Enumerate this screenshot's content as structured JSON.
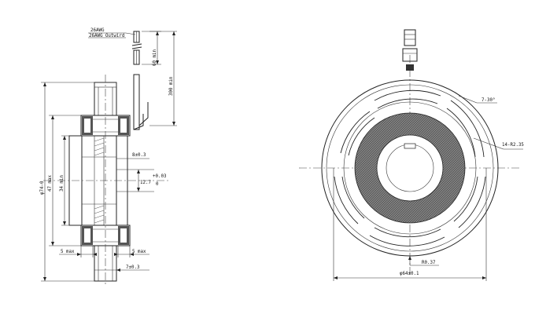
{
  "side_view": {
    "wire_label_1": "26AWG",
    "wire_label_2": "26AWG Outwird",
    "dim_60": "60 min",
    "dim_300": "300 min",
    "dim_8": "8±0.3",
    "dim_12": "12.7",
    "dim_12_tol_upper": "+0.03",
    "dim_12_tol_lower": "0",
    "dim_od": "φ74-0",
    "dim_47": "47 max",
    "dim_34": "34 min",
    "dim_5_left": "5 max",
    "dim_5_right": "5 max",
    "dim_7": "7±0.3"
  },
  "front_view": {
    "dim_angle": "7-30°",
    "dim_holes": "14-R2.35",
    "dim_r": "R0.37",
    "dim_dia": "φ64±0.1"
  }
}
